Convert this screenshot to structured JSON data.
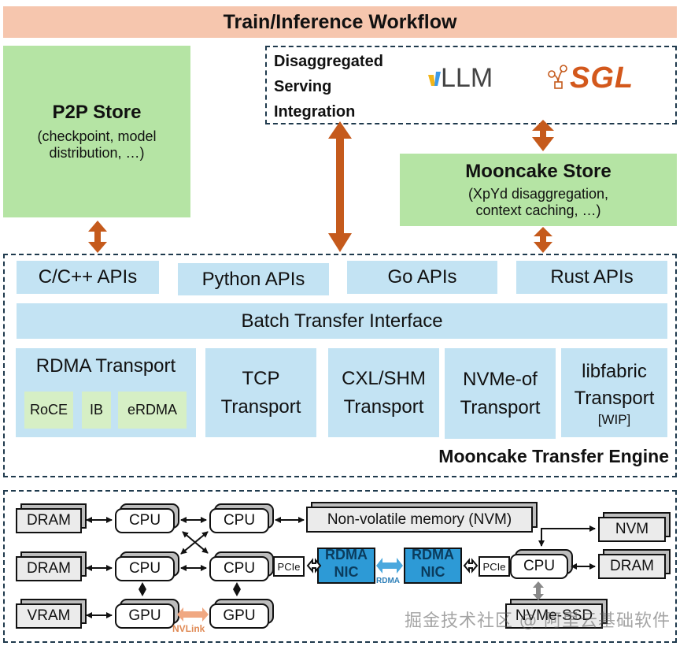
{
  "workflow": {
    "title": "Train/Inference Workflow"
  },
  "p2p_store": {
    "title": "P2P Store",
    "desc_line1": "(checkpoint, model",
    "desc_line2": "distribution, …)"
  },
  "serving": {
    "line1": "Disaggregated",
    "line2": "Serving",
    "line3": "Integration",
    "logos": {
      "vllm": "LLM",
      "sgl": "SGL"
    }
  },
  "mooncake_store": {
    "title": "Mooncake Store",
    "desc_line1": "(XpYd disaggregation,",
    "desc_line2": "context caching, …)"
  },
  "apis": [
    "C/C++ APIs",
    "Python APIs",
    "Go APIs",
    "Rust APIs"
  ],
  "batch_interface": "Batch Transfer Interface",
  "transports": {
    "rdma": {
      "title": "RDMA Transport",
      "variants": [
        "RoCE",
        "IB",
        "eRDMA"
      ]
    },
    "tcp": [
      "TCP",
      "Transport"
    ],
    "cxl": [
      "CXL/SHM",
      "Transport"
    ],
    "nvmeof": [
      "NVMe-of",
      "Transport"
    ],
    "libfabric": [
      "libfabric",
      "Transport",
      "[WIP]"
    ]
  },
  "engine_label": "Mooncake Transfer Engine",
  "hardware": {
    "dram": "DRAM",
    "vram": "VRAM",
    "cpu": "CPU",
    "gpu": "GPU",
    "nvm_long": "Non-volatile memory (NVM)",
    "nvm": "NVM",
    "pcie": "PCIe",
    "nic_line1": "RDMA",
    "nic_line2": "NIC",
    "rdma_link": "RDMA",
    "nvlink": "NVLink",
    "nvme_ssd": "NVMe-SSD"
  },
  "colors": {
    "workflow": "#f6c6ae",
    "store": "#b5e4a4",
    "api": "#c3e3f3",
    "arrow": "#c55a1c",
    "nic": "#2d9ad6",
    "nvlink": "#f0a882"
  },
  "watermark": "掘金技术社区 @ 阿里云基础软件"
}
